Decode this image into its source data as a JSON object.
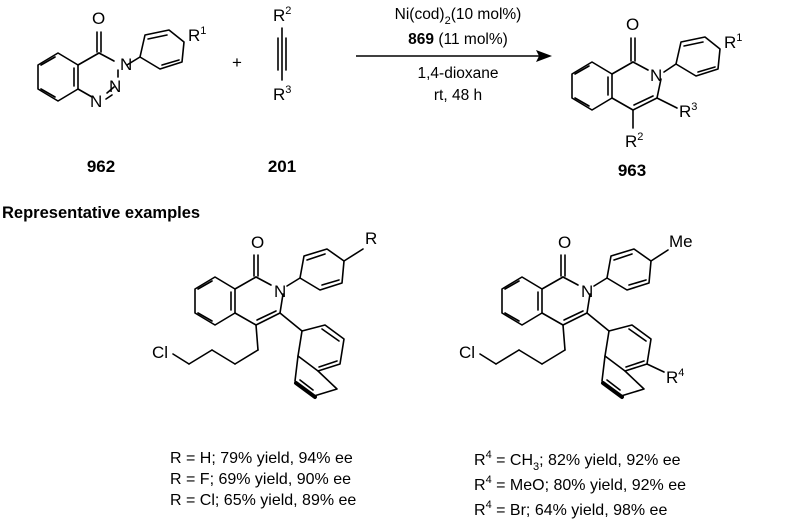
{
  "reaction": {
    "atoms": {
      "O": "O",
      "N": "N",
      "R": "R",
      "R1": "R",
      "R1_sup": "1",
      "R2": "R",
      "R2_sup": "2",
      "R3": "R",
      "R3_sup": "3",
      "plus": "+"
    },
    "conditions": {
      "catalyst": "Ni(cod)",
      "catalyst_sub": "2",
      "catalyst_loading": "(10 mol%)",
      "ligand_id": "869",
      "ligand_loading": "(11 mol%)",
      "solvent": "1,4-dioxane",
      "temp_time": "rt, 48 h"
    },
    "compounds": {
      "triazinone": "962",
      "alkyne": "201",
      "product": "963"
    }
  },
  "examples": {
    "heading": "Representative examples",
    "labels": {
      "Cl": "Cl",
      "Me": "Me",
      "R4": "R",
      "R4_sup": "4"
    },
    "left_results": [
      "R = H; 79% yield, 94% ee",
      "R = F; 69% yield, 90% ee",
      "R = Cl; 65% yield, 89% ee"
    ],
    "right_results": [
      {
        "sup": "4",
        "pre": " = CH",
        "sub": "3",
        "post": "; 82% yield, 92% ee"
      },
      {
        "sup": "4",
        "pre": " = MeO; 80% yield, 92% ee",
        "sub": "",
        "post": ""
      },
      {
        "sup": "4",
        "pre": " = Br; 64% yield, 98% ee",
        "sub": "",
        "post": ""
      }
    ]
  }
}
